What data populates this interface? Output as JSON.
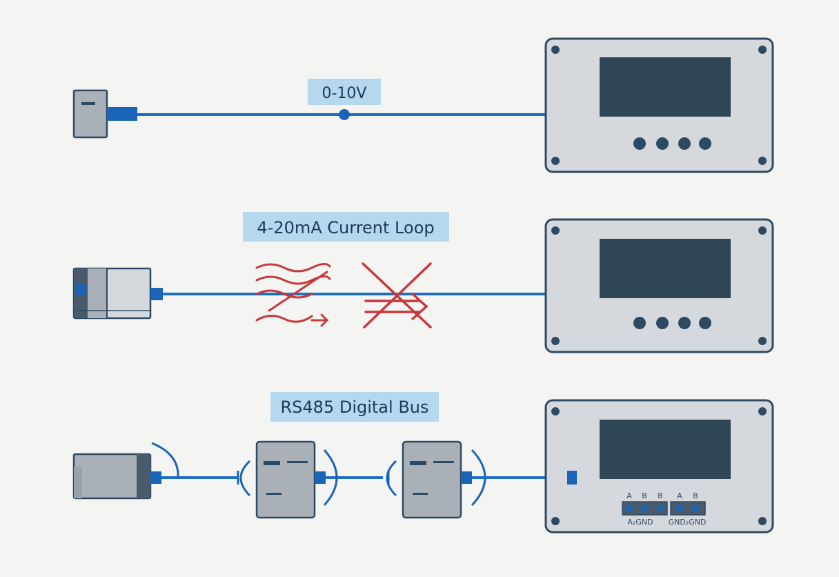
{
  "colors": {
    "background": "#f4f5f3",
    "wire": "#1f6fc0",
    "connector": "#1a64b8",
    "device_fill": "#d5d9dd",
    "device_stroke": "#2e4a63",
    "sensor_fill": "#a9b0b8",
    "screen": "#2f4656",
    "label_box": "#b6d8ef",
    "label_text": "#1f3a55",
    "interference": "#c8373a"
  },
  "rows": [
    {
      "label": "0-10V"
    },
    {
      "label": "4-20mA Current Loop"
    },
    {
      "label": "RS485 Digital Bus"
    }
  ],
  "terminal_block": {
    "top_letters": [
      "A",
      "B",
      "B",
      "A",
      "B"
    ],
    "bottom_left": "A₂GND",
    "bottom_right": "GND₂GND"
  }
}
